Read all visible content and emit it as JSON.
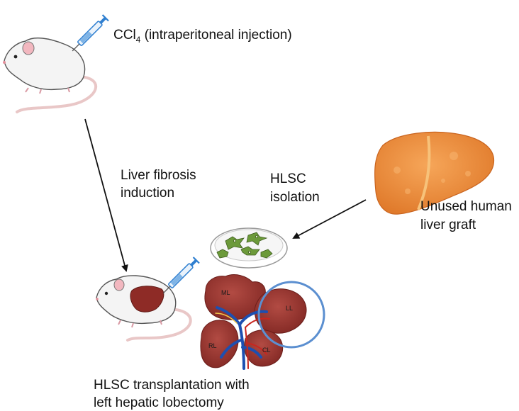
{
  "labels": {
    "ccl4_prefix": "CCl",
    "ccl4_subscript": "4",
    "ccl4_suffix": " (intraperitoneal injection)",
    "fibrosis_line1": "Liver fibrosis",
    "fibrosis_line2": "induction",
    "isolation_line1": "HLSC",
    "isolation_line2": "isolation",
    "graft_line1": "Unused human",
    "graft_line2": "liver graft",
    "transplant_line1": "HLSC transplantation with",
    "transplant_line2": "left hepatic lobectomy"
  },
  "lobes": {
    "ml": "ML",
    "ll": "LL",
    "rl": "RL",
    "cl": "CL"
  },
  "colors": {
    "mouse_body": "#f4f4f4",
    "mouse_outline": "#555555",
    "ear_pink": "#f2b7bf",
    "tail": "#f6dede",
    "syringe_blue": "#2f7fd0",
    "liver_human": "#ef8e3c",
    "liver_mouse": "#8e2b26",
    "liver_lobe": "#9b3a35",
    "circle_blue": "#5b8fd0",
    "vessel_blue": "#1d4fb0",
    "vessel_red": "#c8261f",
    "dish_cells": "#6c9a3a",
    "arrow": "#111111"
  }
}
